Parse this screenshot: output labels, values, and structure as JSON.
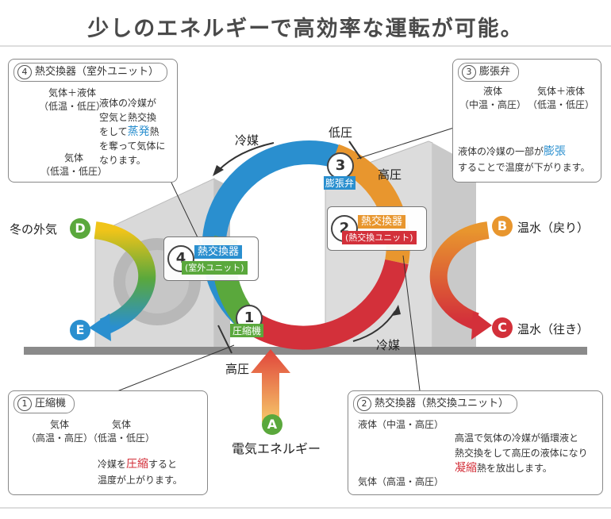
{
  "title": "少しのエネルギーで高効率な運転が可能。",
  "box4": {
    "num": "4",
    "header": "熱交換器（室外ユニット）",
    "gas_liquid_label": "気体＋液体",
    "gas_liquid_sub": "（低温・低圧）",
    "gas_label": "気体",
    "gas_sub": "（低温・低圧）",
    "desc_1": "液体の冷媒が",
    "desc_2": "空気と熱交換",
    "desc_3a": "をして",
    "desc_3b": "蒸発",
    "desc_3c": "熱",
    "desc_4": "を奪って気体に",
    "desc_5": "なります。"
  },
  "box3": {
    "num": "3",
    "header": "膨張弁",
    "liquid_label": "液体",
    "liquid_sub": "（中温・高圧）",
    "gas_liquid_label": "気体＋液体",
    "gas_liquid_sub": "（低温・低圧）",
    "desc_1a": "液体の冷媒の一部が",
    "desc_1b": "膨張",
    "desc_2": "することで温度が下がります。"
  },
  "box1": {
    "num": "1",
    "header": "圧縮機",
    "out_label": "気体",
    "out_sub": "（高温・高圧）",
    "in_label": "気体",
    "in_sub": "（低温・低圧）",
    "desc_1a": "冷媒を",
    "desc_1b": "圧縮",
    "desc_1c": "すると",
    "desc_2": "温度が上がります。"
  },
  "box2": {
    "num": "2",
    "header": "熱交換器（熱交換ユニット）",
    "liquid_label": "液体（中温・高圧）",
    "gas_label": "気体（高温・高圧）",
    "desc_1": "高温で気体の冷媒が循環液と",
    "desc_2": "熱交換をして高圧の液体になり",
    "desc_3a": "凝縮",
    "desc_3b": "熱を放出します。"
  },
  "diagram": {
    "refrigerant_top": "冷媒",
    "refrigerant_bottom": "冷媒",
    "low_pressure": "低圧",
    "high_pressure_right": "高圧",
    "high_pressure_bottom": "高圧",
    "expansion_num": "3",
    "expansion_label": "膨張弁",
    "hx_unit_num": "2",
    "hx_unit_l1": "熱交換器",
    "hx_unit_l2": "(熱交換ユニット)",
    "hx_out_num": "4",
    "hx_out_l1": "熱交換器",
    "hx_out_l2": "(室外ユニット)",
    "comp_num": "1",
    "comp_label": "圧縮機",
    "winter_air": "冬の外気",
    "d": "D",
    "e": "E",
    "warm_return": "温水（戻り）",
    "warm_out": "温水（往き）",
    "b": "B",
    "c": "C",
    "a": "A",
    "electric": "電気エネルギー"
  },
  "colors": {
    "blue": "#2a8fcf",
    "orange": "#e8962e",
    "red": "#d3303a",
    "green": "#5aa83c",
    "yellow": "#f0c419",
    "teal": "#1e9aa0"
  }
}
